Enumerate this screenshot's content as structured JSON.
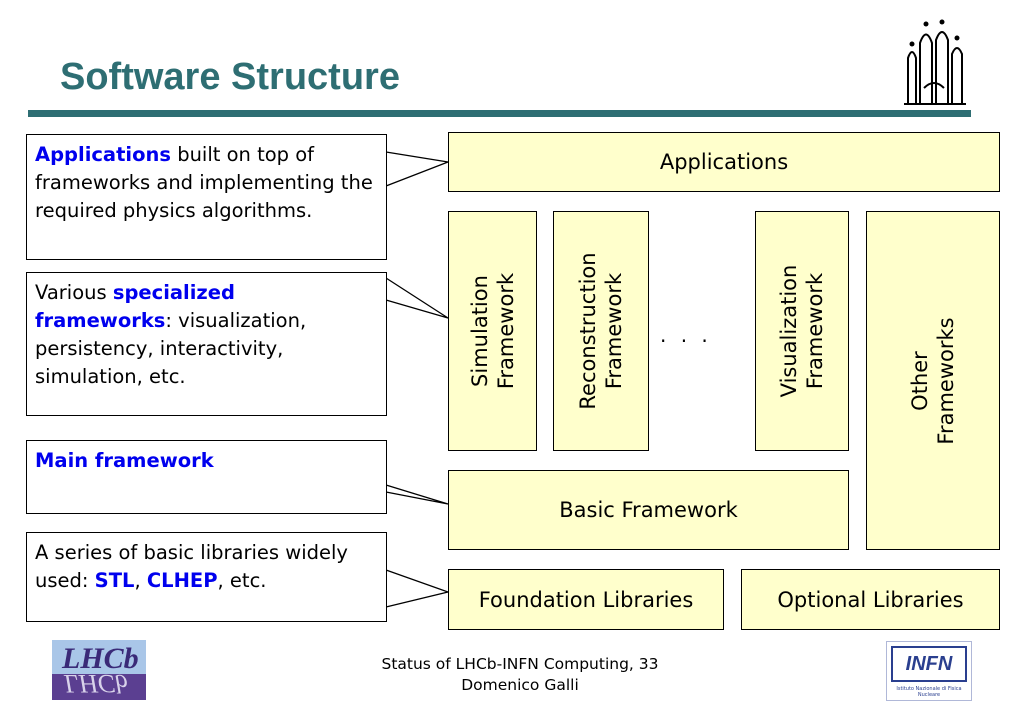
{
  "title": "Software Structure",
  "colors": {
    "title": "#2e6e73",
    "highlight": "#0000ee",
    "box_fill": "#ffffcc",
    "border": "#000000"
  },
  "callouts": {
    "applications": {
      "highlight": "Applications",
      "rest": " built on top of frameworks and implementing the required physics algorithms."
    },
    "specialized": {
      "prefix": "Various ",
      "highlight": "specialized frameworks",
      "rest": ": visualization, persistency, interactivity, simulation, etc."
    },
    "main": {
      "highlight": "Main framework"
    },
    "libraries": {
      "prefix": "A series of basic libraries widely used: ",
      "stl": "STL",
      "sep": ", ",
      "clhep": "CLHEP",
      "rest": ", etc."
    }
  },
  "boxes": {
    "applications": "Applications",
    "simulation": [
      "Simulation",
      "Framework"
    ],
    "reconstruction": [
      "Reconstruction",
      "Framework"
    ],
    "dots": ". . .",
    "visualization": [
      "Visualization",
      "Framework"
    ],
    "other": [
      "Other",
      "Frameworks"
    ],
    "basic": "Basic Framework",
    "foundation": "Foundation Libraries",
    "optional": "Optional Libraries"
  },
  "footer": {
    "line1": "Status of LHCb-INFN Computing, 33",
    "line2": "Domenico Galli"
  },
  "logos": {
    "cathedral": "cathedral-logo",
    "lhcb_text": "LHCb",
    "infn_text": "INFN",
    "infn_sub": "Istituto Nazionale di Fisica Nucleare"
  }
}
